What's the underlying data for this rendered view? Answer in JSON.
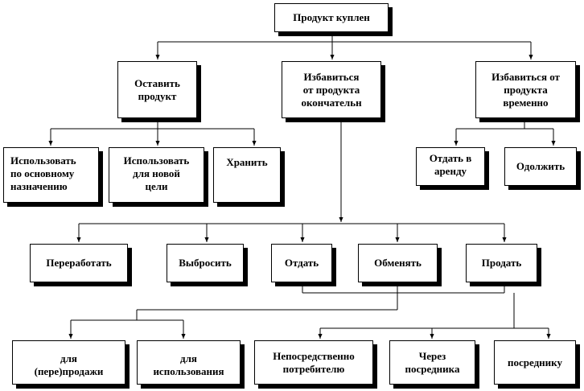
{
  "diagram": {
    "root": "Продукт куплен",
    "branches": {
      "keep": "Оставить\nпродукт",
      "dispose_permanent": "Избавиться\nот продукта\nокончательн",
      "dispose_temporary": "Избавиться от\nпродукта\nвременно"
    },
    "keep_options": {
      "primary_use": "Использовать\nпо  основному\nназначению",
      "new_use": "Использовать\nдля новой\nцели",
      "store": "Хранить"
    },
    "temporary_options": {
      "rent": "Отдать в\nаренду",
      "lend": "Одолжить"
    },
    "permanent_options": {
      "recycle": "Переработать",
      "throw_away": "Выбросить",
      "give_away": "Отдать",
      "exchange": "Обменять",
      "sell": "Продать"
    },
    "final": {
      "resale": "для\n(пере)продажи",
      "use": "для\nиспользования",
      "direct_consumer": "Непосредственно\nпотребителю",
      "via_intermediary": "Через\nпосредника",
      "to_intermediary": "посреднику"
    },
    "colors": {
      "line": "#000000",
      "box_fill": "#ffffff",
      "shadow": "#000000"
    }
  }
}
